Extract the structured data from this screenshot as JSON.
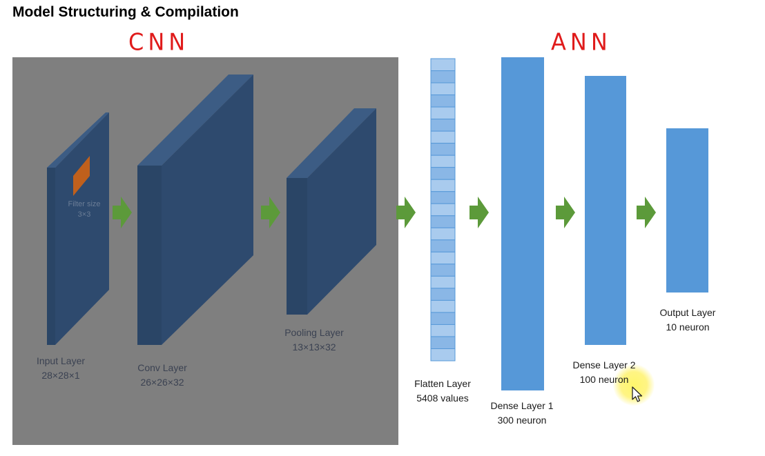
{
  "page": {
    "title": "Model Structuring & Compilation"
  },
  "annotations": {
    "cnn": "CNN",
    "ann": "ANN"
  },
  "layers": {
    "input": {
      "name": "Input Layer",
      "dims": "28×28×1"
    },
    "filter": {
      "name": "Filter size",
      "dims": "3×3"
    },
    "conv": {
      "name": "Conv Layer",
      "dims": "26×26×32"
    },
    "pooling": {
      "name": "Pooling Layer",
      "dims": "13×13×32"
    },
    "flatten": {
      "name": "Flatten Layer",
      "dims": "5408 values"
    },
    "dense1": {
      "name": "Dense Layer 1",
      "dims": "300 neuron"
    },
    "dense2": {
      "name": "Dense Layer 2",
      "dims": "100 neuron"
    },
    "output": {
      "name": "Output Layer",
      "dims": "10 neuron"
    }
  },
  "colors": {
    "cnn_panel": "#7f7f7f",
    "cnn_front": "#2e4a6e",
    "cnn_side": "#233a58",
    "cnn_top": "#3c5c84",
    "ann_block": "#5698d8",
    "flatten_light": "#a9cbee",
    "arrow": "#5c9a3a",
    "filter": "#c0601c",
    "annotation": "#e01b1b"
  }
}
